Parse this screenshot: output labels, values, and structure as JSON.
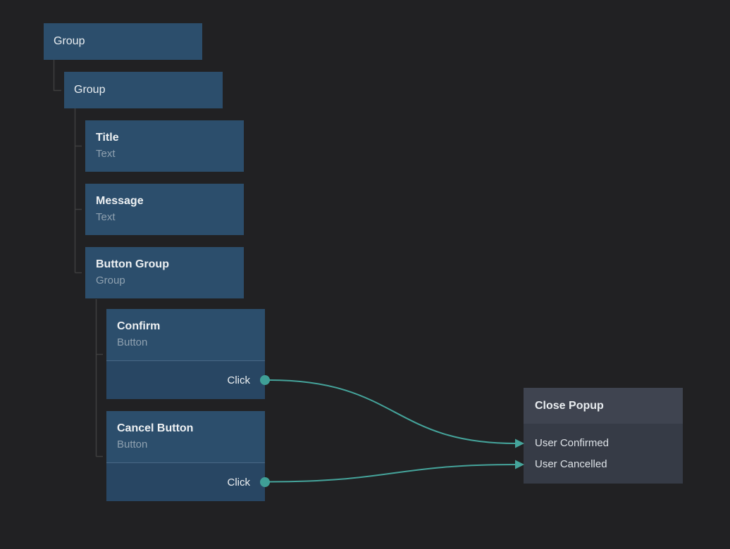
{
  "editor": {
    "background_color": "#212123",
    "node_color": "#2c4e6c",
    "event_row_color": "#284663",
    "wire_color": "#45a49b",
    "port_color": "#3f9f96",
    "guide_color": "#3e3e3e",
    "action_header_color": "#3f4450",
    "action_body_color": "#363b46"
  },
  "nodes": {
    "group1": {
      "title": "Group"
    },
    "group2": {
      "title": "Group"
    },
    "title_text": {
      "title": "Title",
      "subtitle": "Text"
    },
    "message": {
      "title": "Message",
      "subtitle": "Text"
    },
    "button_group": {
      "title": "Button Group",
      "subtitle": "Group"
    },
    "confirm": {
      "title": "Confirm",
      "subtitle": "Button",
      "event": "Click"
    },
    "cancel": {
      "title": "Cancel Button",
      "subtitle": "Button",
      "event": "Click"
    },
    "close_popup": {
      "title": "Close Popup",
      "inputs": [
        "User Confirmed",
        "User Cancelled"
      ]
    }
  }
}
